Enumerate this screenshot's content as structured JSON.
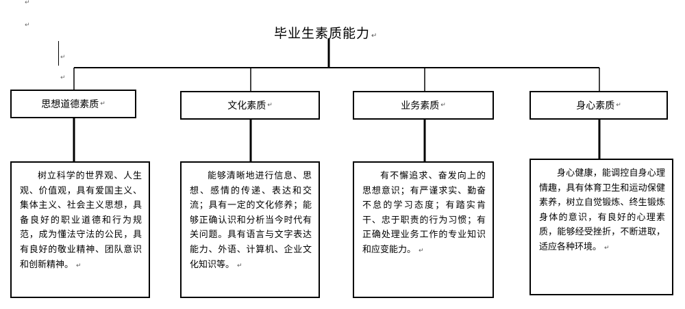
{
  "title": "毕业生素质能力",
  "paragraph_mark": "↵",
  "categories": [
    {
      "heading": "思想道德素质",
      "description": "树立科学的世界观、人生观、价值观，具有爱国主义、集体主义、社会主义思想，具备良好的职业道德和行为规范，成为懂法守法的公民，具有良好的敬业精神、团队意识和创新精神。"
    },
    {
      "heading": "文化素质",
      "description": "能够清晰地进行信息、思想、感情的传递、表达和交流；具有一定的文化修养；能够正确认识和分析当今时代有关问题。具有语言与文字表达能力、外语、计算机、企业文化知识等。"
    },
    {
      "heading": "业务素质",
      "description": "有不懈追求、奋发向上的思想意识；有严谨求实、勤奋不怠的学习态度；有踏实肯干、忠于职责的行为习惯；有正确处理业务工作的专业知识和应变能力。"
    },
    {
      "heading": "身心素质",
      "description": "身心健康，能调控自身心理情趣，具有体育卫生和运动保健素养，树立自觉锻炼、终生锻炼身体的意识，有良好的心理素质，能够经受挫折，不断进取，适应各种环境。"
    }
  ]
}
